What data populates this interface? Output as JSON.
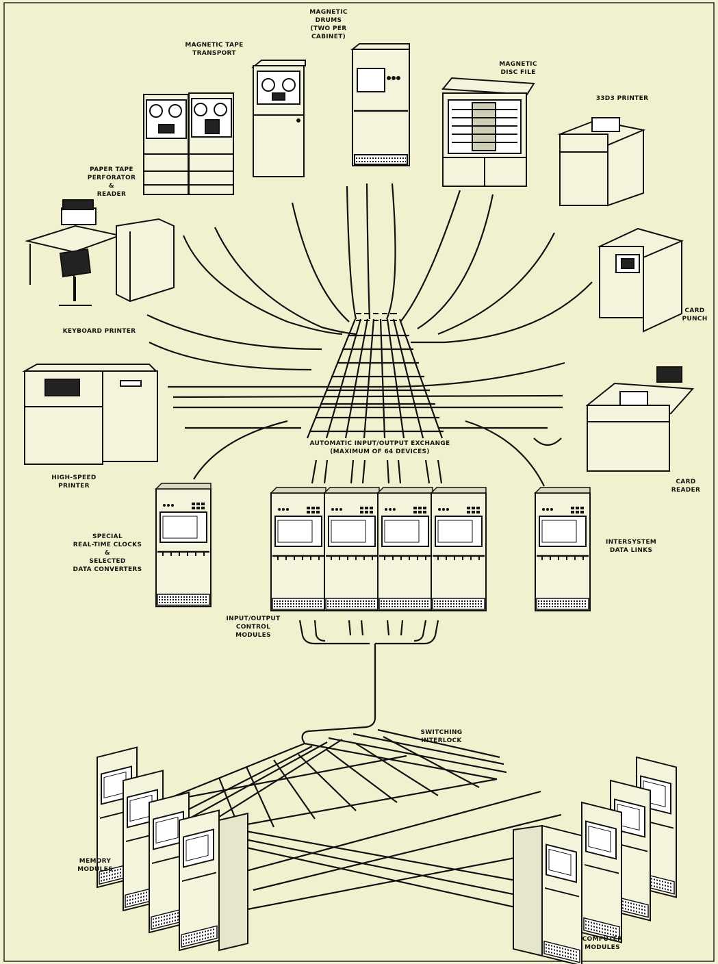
{
  "labels": {
    "paper_tape": [
      "PAPER TAPE",
      "PERFORATOR",
      "&",
      "READER"
    ],
    "magnetic_tape": [
      "MAGNETIC TAPE",
      "TRANSPORT"
    ],
    "magnetic_drums": [
      "MAGNETIC",
      "DRUMS",
      "(TWO PER",
      "CABINET)"
    ],
    "magnetic_disc": [
      "MAGNETIC",
      "DISC FILE"
    ],
    "printer_33d3": [
      "33D3 PRINTER"
    ],
    "keyboard_printer": [
      "KEYBOARD PRINTER"
    ],
    "card_punch": [
      "CARD",
      "PUNCH"
    ],
    "high_speed_printer": [
      "HIGH-SPEED",
      "PRINTER"
    ],
    "card_reader": [
      "CARD",
      "READER"
    ],
    "exchange": [
      "AUTOMATIC INPUT/OUTPUT EXCHANGE",
      "(MAXIMUM OF 64 DEVICES)"
    ],
    "special_clocks": [
      "SPECIAL",
      "REAL-TIME CLOCKS",
      "&",
      "SELECTED",
      "DATA CONVERTERS"
    ],
    "intersystem": [
      "INTERSYSTEM",
      "DATA LINKS"
    ],
    "io_control": [
      "INPUT/OUTPUT",
      "CONTROL",
      "MODULES"
    ],
    "switching": [
      "SWITCHING",
      "INTERLOCK"
    ],
    "memory_modules": [
      "MEMORY",
      "MODULES"
    ],
    "computer_modules": [
      "COMPUTER",
      "MODULES"
    ]
  }
}
